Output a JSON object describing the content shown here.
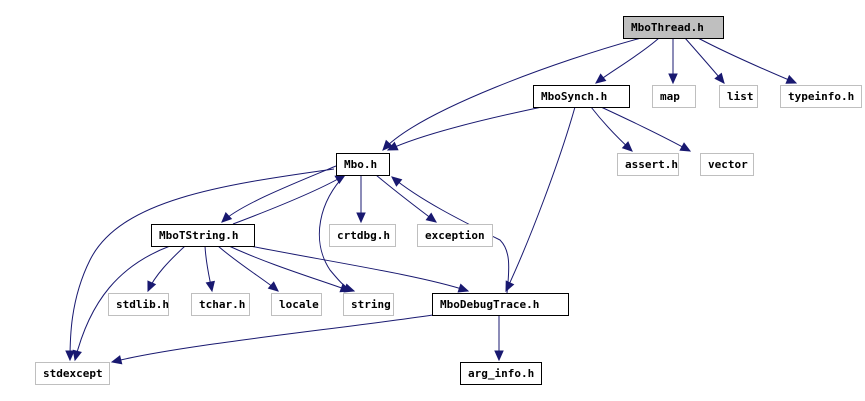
{
  "diagram": {
    "type": "include-dependency-graph",
    "root": "MboThread.h",
    "colors": {
      "edge": "#191970",
      "root_fill": "#bfbfbf",
      "documented_border": "#000000",
      "external_border": "#bfbfbf",
      "node_fill": "#ffffff"
    },
    "nodes": [
      {
        "id": "MboThread",
        "label": "MboThread.h",
        "kind": "root"
      },
      {
        "id": "MboSynch",
        "label": "MboSynch.h",
        "kind": "documented"
      },
      {
        "id": "map",
        "label": "map",
        "kind": "external"
      },
      {
        "id": "list",
        "label": "list",
        "kind": "external"
      },
      {
        "id": "typeinfo",
        "label": "typeinfo.h",
        "kind": "external"
      },
      {
        "id": "Mbo",
        "label": "Mbo.h",
        "kind": "documented"
      },
      {
        "id": "assert",
        "label": "assert.h",
        "kind": "external"
      },
      {
        "id": "vector",
        "label": "vector",
        "kind": "external"
      },
      {
        "id": "MboTString",
        "label": "MboTString.h",
        "kind": "documented"
      },
      {
        "id": "crtdbg",
        "label": "crtdbg.h",
        "kind": "external"
      },
      {
        "id": "exception",
        "label": "exception",
        "kind": "external"
      },
      {
        "id": "stdlib",
        "label": "stdlib.h",
        "kind": "external"
      },
      {
        "id": "tchar",
        "label": "tchar.h",
        "kind": "external"
      },
      {
        "id": "locale",
        "label": "locale",
        "kind": "external"
      },
      {
        "id": "string",
        "label": "string",
        "kind": "external"
      },
      {
        "id": "MboDebugTrace",
        "label": "MboDebugTrace.h",
        "kind": "documented"
      },
      {
        "id": "stdexcept",
        "label": "stdexcept",
        "kind": "external"
      },
      {
        "id": "arg_info",
        "label": "arg_info.h",
        "kind": "documented"
      }
    ],
    "edges": [
      {
        "from": "MboThread",
        "to": "Mbo"
      },
      {
        "from": "MboThread",
        "to": "MboSynch"
      },
      {
        "from": "MboThread",
        "to": "map"
      },
      {
        "from": "MboThread",
        "to": "list"
      },
      {
        "from": "MboThread",
        "to": "typeinfo"
      },
      {
        "from": "MboSynch",
        "to": "Mbo"
      },
      {
        "from": "MboSynch",
        "to": "assert"
      },
      {
        "from": "MboSynch",
        "to": "vector"
      },
      {
        "from": "MboSynch",
        "to": "MboDebugTrace"
      },
      {
        "from": "Mbo",
        "to": "MboTString"
      },
      {
        "from": "Mbo",
        "to": "crtdbg"
      },
      {
        "from": "Mbo",
        "to": "exception"
      },
      {
        "from": "Mbo",
        "to": "string"
      },
      {
        "from": "Mbo",
        "to": "stdexcept"
      },
      {
        "from": "MboTString",
        "to": "Mbo"
      },
      {
        "from": "MboTString",
        "to": "stdlib"
      },
      {
        "from": "MboTString",
        "to": "tchar"
      },
      {
        "from": "MboTString",
        "to": "locale"
      },
      {
        "from": "MboTString",
        "to": "string"
      },
      {
        "from": "MboTString",
        "to": "MboDebugTrace"
      },
      {
        "from": "MboTString",
        "to": "stdexcept"
      },
      {
        "from": "MboDebugTrace",
        "to": "Mbo"
      },
      {
        "from": "MboDebugTrace",
        "to": "stdexcept"
      },
      {
        "from": "MboDebugTrace",
        "to": "arg_info"
      }
    ]
  }
}
